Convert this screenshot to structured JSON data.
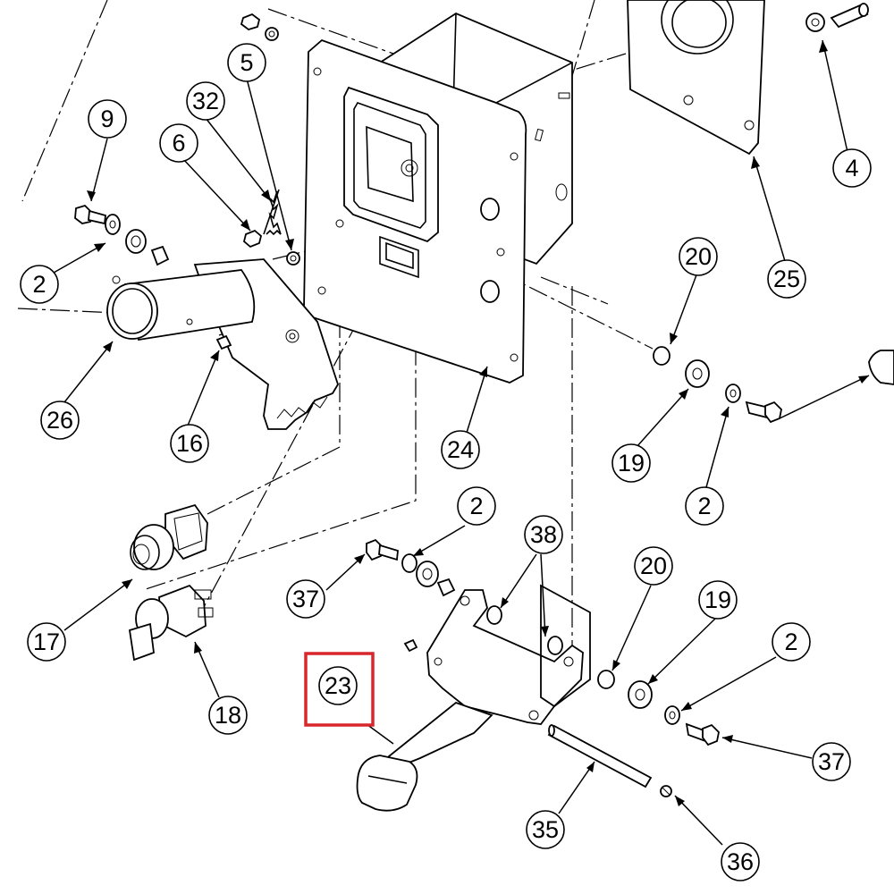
{
  "callouts": [
    {
      "id": "c9",
      "label": "9"
    },
    {
      "id": "c32",
      "label": "32"
    },
    {
      "id": "c5",
      "label": "5"
    },
    {
      "id": "c6",
      "label": "6"
    },
    {
      "id": "c4",
      "label": "4"
    },
    {
      "id": "c2a",
      "label": "2"
    },
    {
      "id": "c25",
      "label": "25"
    },
    {
      "id": "c20a",
      "label": "20"
    },
    {
      "id": "c26",
      "label": "26"
    },
    {
      "id": "c16",
      "label": "16"
    },
    {
      "id": "c24",
      "label": "24"
    },
    {
      "id": "c19a",
      "label": "19"
    },
    {
      "id": "c2b",
      "label": "2"
    },
    {
      "id": "c2c",
      "label": "2"
    },
    {
      "id": "c38",
      "label": "38"
    },
    {
      "id": "c20b",
      "label": "20"
    },
    {
      "id": "c19b",
      "label": "19"
    },
    {
      "id": "c2d",
      "label": "2"
    },
    {
      "id": "c37a",
      "label": "37"
    },
    {
      "id": "c17",
      "label": "17"
    },
    {
      "id": "c23",
      "label": "23"
    },
    {
      "id": "c18",
      "label": "18"
    },
    {
      "id": "c37b",
      "label": "37"
    },
    {
      "id": "c35",
      "label": "35"
    },
    {
      "id": "c36",
      "label": "36"
    }
  ],
  "highlight": {
    "target": "23",
    "color": "#d9262b"
  }
}
